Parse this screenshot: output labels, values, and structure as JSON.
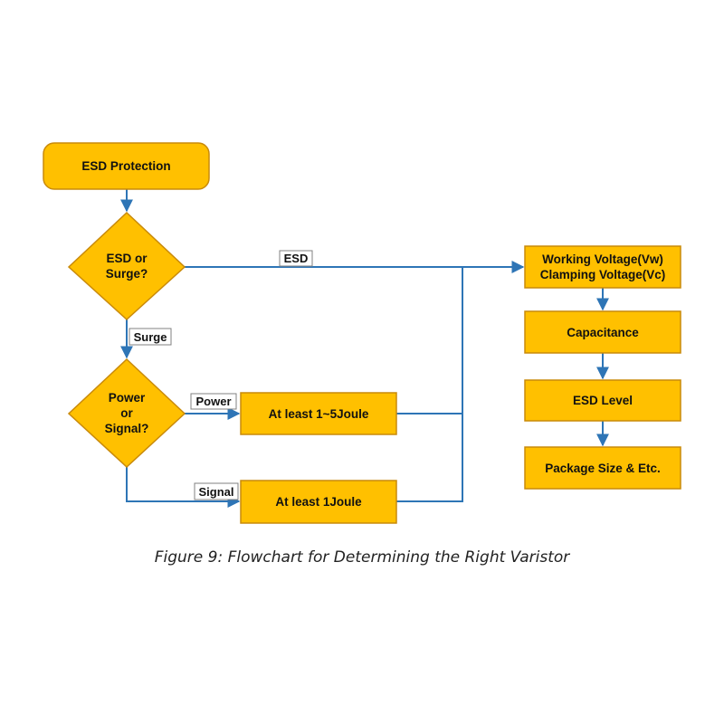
{
  "nodes": {
    "esd_protection": "ESD Protection",
    "esd_or_surge": [
      "ESD or",
      "Surge?"
    ],
    "power_or_signal": [
      "Power",
      "or",
      "Signal?"
    ],
    "joule_power": "At least 1~5Joule",
    "joule_signal": "At least 1Joule",
    "voltage": [
      "Working Voltage(Vw)",
      "Clamping Voltage(Vc)"
    ],
    "capacitance": "Capacitance",
    "esd_level": "ESD Level",
    "package": "Package Size & Etc."
  },
  "edge_labels": {
    "esd": "ESD",
    "surge": "Surge",
    "power": "Power",
    "signal": "Signal"
  },
  "caption": "Figure 9: Flowchart for Determining the Right Varistor",
  "colors": {
    "node_fill": "#FFC000",
    "node_stroke": "#C98A0A",
    "edge": "#2E75B6",
    "label_border": "#808080"
  }
}
